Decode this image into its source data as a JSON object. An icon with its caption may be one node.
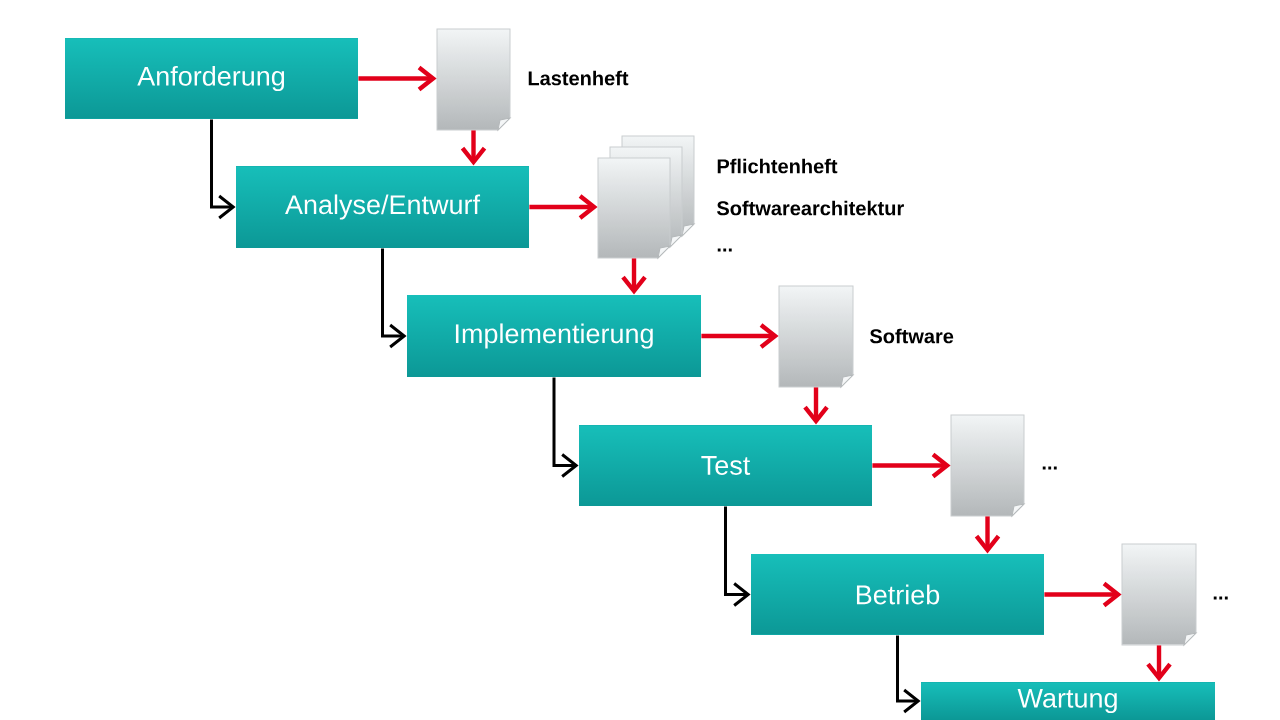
{
  "diagram": {
    "nodes": [
      {
        "text": [
          "Anforderung"
        ]
      },
      {
        "text": [],
        "shape": "document",
        "beside": [
          "Lastenheft"
        ]
      },
      {
        "text": [
          "Analyse/Entwurf"
        ]
      },
      {
        "text": [],
        "shape": "document",
        "beside": [
          "Pflichtenheft",
          "Softwarearchitektur",
          "..."
        ]
      },
      {
        "text": [
          "Implementierung"
        ]
      },
      {
        "text": [],
        "shape": "document",
        "beside": [
          "Software"
        ]
      },
      {
        "text": [
          "Test"
        ]
      },
      {
        "text": [],
        "shape": "document",
        "beside": [
          "..."
        ]
      },
      {
        "text": [
          "Betrieb"
        ]
      },
      {
        "text": [],
        "shape": "document",
        "beside": [
          "..."
        ]
      },
      {
        "text": [
          "Wartung"
        ]
      }
    ],
    "edges": [
      {
        "from": 0,
        "to": 2,
        "arrow": "to",
        "color": "#000000"
      },
      {
        "from": 0,
        "to": 1,
        "arrow": "to"
      },
      {
        "from": 1,
        "to": 2,
        "arrow": "to"
      },
      {
        "from": 2,
        "to": 4,
        "arrow": "to",
        "color": "#000000"
      },
      {
        "from": 2,
        "to": 3,
        "arrow": "to"
      },
      {
        "from": 3,
        "to": 4,
        "arrow": "to"
      },
      {
        "from": 4,
        "to": 6,
        "arrow": "to",
        "color": "#000000"
      },
      {
        "from": 4,
        "to": 5,
        "arrow": "to"
      },
      {
        "from": 5,
        "to": 6,
        "arrow": "to"
      },
      {
        "from": 6,
        "to": 8,
        "arrow": "to",
        "color": "#000000"
      },
      {
        "from": 6,
        "to": 7,
        "arrow": "to"
      },
      {
        "from": 7,
        "to": 8,
        "arrow": "to"
      },
      {
        "from": 8,
        "to": 10,
        "arrow": "to",
        "color": "#000000"
      },
      {
        "from": 8,
        "to": 9,
        "arrow": "to"
      },
      {
        "from": 9,
        "to": 10,
        "arrow": "to"
      }
    ]
  }
}
